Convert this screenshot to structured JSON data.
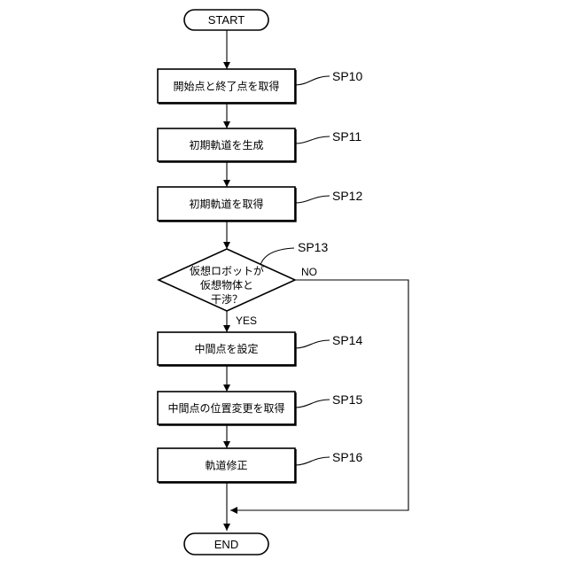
{
  "terminals": {
    "start": "START",
    "end": "END"
  },
  "steps": {
    "sp10": {
      "id": "SP10",
      "text": "開始点と終了点を取得"
    },
    "sp11": {
      "id": "SP11",
      "text": "初期軌道を生成"
    },
    "sp12": {
      "id": "SP12",
      "text": "初期軌道を取得"
    },
    "sp13": {
      "id": "SP13",
      "lines": [
        "仮想ロボットが",
        "仮想物体と",
        "干渉？"
      ]
    },
    "sp14": {
      "id": "SP14",
      "text": "中間点を設定"
    },
    "sp15": {
      "id": "SP15",
      "text": "中間点の位置変更を取得"
    },
    "sp16": {
      "id": "SP16",
      "text": "軌道修正"
    }
  },
  "branches": {
    "yes": "YES",
    "no": "NO"
  }
}
